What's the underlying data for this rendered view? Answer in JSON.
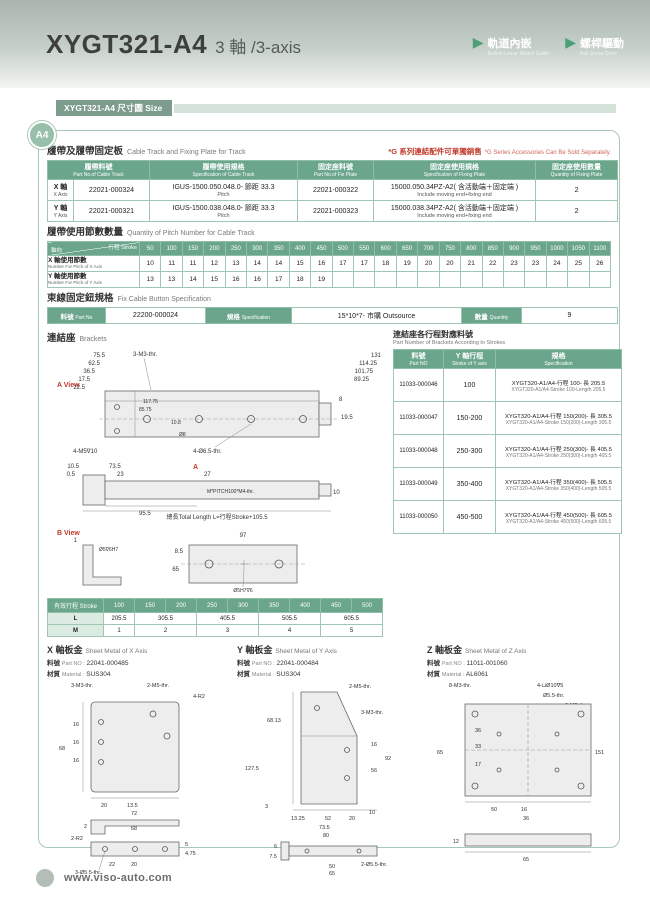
{
  "header": {
    "model": "XYGT321-A4",
    "axis": "3 軸 /3-axis",
    "features": [
      {
        "zh": "軌道內嵌",
        "en": "Built-in Linear Motion Guide"
      },
      {
        "zh": "螺桿驅動",
        "en": "Ball Screw Drive"
      }
    ]
  },
  "section_bar": {
    "label": "XYGT321-A4 尺寸圖 Size"
  },
  "badge": "A4",
  "cable_track": {
    "title_zh": "履帶及履帶固定板",
    "title_en": "Cable Track and Fixing Plate for Track",
    "note_zh": "*G 系列連結配件可單獨銷售",
    "note_en": "*G Series Accessories Can Be Sold Separately.",
    "headers": [
      {
        "zh": "履帶料號",
        "en": "Part No.of Cable Track"
      },
      {
        "zh": "履帶使用規格",
        "en": "Specification of Cable Track"
      },
      {
        "zh": "固定座料號",
        "en": "Part No.of Fix Plate"
      },
      {
        "zh": "固定座使用規格",
        "en": "Specification of Fixing Plate"
      },
      {
        "zh": "固定座使用數量",
        "en": "Quantity of Fixing Plate"
      }
    ],
    "rows": [
      {
        "axis_zh": "X 軸",
        "axis_en": "X Axis",
        "track_part": "22021-000324",
        "track_spec": "IGUS-1500.050.048.0- 節距 33.3",
        "track_spec2": "Pitch",
        "plate_part": "22021-000322",
        "plate_spec": "15000.050.34PZ-A2( 含活動端＋固定端 )",
        "plate_spec2": "Include moving end+fixing end",
        "qty": "2"
      },
      {
        "axis_zh": "Y 軸",
        "axis_en": "Y Axis",
        "track_part": "22021-000321",
        "track_spec": "IGUS-1500.038.048.0- 節距 33.3",
        "track_spec2": "Pitch",
        "plate_part": "22021-000323",
        "plate_spec": "15000.038.34PZ-A2( 含活動端＋固定端 )",
        "plate_spec2": "Include moving end+fixing end",
        "qty": "2"
      }
    ]
  },
  "pitch_table": {
    "title_zh": "履帶使用節數數量",
    "title_en": "Quantity of Pitch Number for Cable Track",
    "corner_top": "行程 Stroke",
    "corner_bottom": "軸向",
    "strokes": [
      "50",
      "100",
      "150",
      "200",
      "250",
      "300",
      "350",
      "400",
      "450",
      "500",
      "550",
      "600",
      "650",
      "700",
      "750",
      "800",
      "850",
      "900",
      "950",
      "1000",
      "1050",
      "1100"
    ],
    "x_label_zh": "X 軸使用節數",
    "x_label_en": "Number For Pitch of X Axis",
    "x_values": [
      "10",
      "11",
      "11",
      "12",
      "13",
      "14",
      "14",
      "15",
      "16",
      "17",
      "17",
      "18",
      "19",
      "20",
      "20",
      "21",
      "22",
      "23",
      "23",
      "24",
      "25",
      "26"
    ],
    "y_label_zh": "Y 軸使用節數",
    "y_label_en": "Number For Pitch of Y Axis",
    "y_values": [
      "13",
      "13",
      "14",
      "15",
      "16",
      "16",
      "17",
      "18",
      "19",
      "",
      "",
      "",
      "",
      "",
      "",
      "",
      "",
      "",
      "",
      "",
      "",
      ""
    ]
  },
  "fix_button": {
    "title_zh": "束線固定鈕規格",
    "title_en": "Fix Cable Button Specification",
    "part_label_zh": "料號",
    "part_label_en": "Part No",
    "part": "22200-000024",
    "spec_label_zh": "規格",
    "spec_label_en": "Specification",
    "spec": "15*10*7- 市購 Outsource",
    "qty_label_zh": "數量",
    "qty_label_en": "Quantity",
    "qty": "9"
  },
  "brackets": {
    "title_zh": "連結座",
    "title_en": "Brackets",
    "view_a": "A View",
    "view_b": "B View",
    "a_labels": [
      "75.5",
      "62.5",
      "36.5",
      "17.5",
      "22.5",
      "3-M3-thr.",
      "131",
      "114.25",
      "101.75",
      "89.25",
      "117.75",
      "85.75",
      "10.8",
      "Ø8",
      "4-M5∇10",
      "4-Ø6.5-thr.",
      "19.5",
      "8"
    ],
    "side_labels": [
      "10.5",
      "0.5",
      "73.5",
      "23",
      "A",
      "27",
      "95.5",
      "M*PITCH100*M4-thr.",
      "10",
      "總長Total Length L=行程Stroke+105.5"
    ],
    "b_labels": [
      "1",
      "Ø5∇6H7",
      "8.5",
      "65",
      "97",
      "Ø5H7∇6"
    ]
  },
  "eff_table": {
    "header": "有效行程 Stroke",
    "strokes": [
      "100",
      "150",
      "200",
      "250",
      "300",
      "350",
      "400",
      "450",
      "500"
    ],
    "row_l": "L",
    "l_values": [
      "205.5",
      "305.5",
      "405.5",
      "505.5",
      "605.5"
    ],
    "row_m": "M",
    "m_values": [
      "1",
      "2",
      "3",
      "4",
      "5"
    ]
  },
  "bracket_parts": {
    "title_zh": "連結座各行程對應料號",
    "title_en": "Part Number of Brackets According to Strokes",
    "headers": [
      {
        "zh": "料號",
        "en": "Part NO"
      },
      {
        "zh": "Y 軸行程",
        "en": "Stroke of Y axis"
      },
      {
        "zh": "規格",
        "en": "Specification"
      }
    ],
    "rows": [
      {
        "part": "11033-000046",
        "stroke": "100",
        "spec_zh": "XYGT320-A1/A4-行程 100- 長 205.5",
        "spec_en": "XYGT320-A1/A4-Stroke 100-Length 205.5"
      },
      {
        "part": "11033-000047",
        "stroke": "150-200",
        "spec_zh": "XYGT320-A1/A4-行程 150(200)- 長 305.5",
        "spec_en": "XYGT320-A1/A4-Stroke 150(200)-Length 305.5"
      },
      {
        "part": "11033-000048",
        "stroke": "250-300",
        "spec_zh": "XYGT320-A1/A4-行程 250(300)- 長 405.5",
        "spec_en": "XYGT320-A1/A4-Stroke 250(300)-Length 405.5"
      },
      {
        "part": "11033-000049",
        "stroke": "350-400",
        "spec_zh": "XYGT320-A1/A4-行程 350(400)- 長 505.5",
        "spec_en": "XYGT320-A1/A4-Stroke 350(400)-Length 505.5"
      },
      {
        "part": "11033-000050",
        "stroke": "450-500",
        "spec_zh": "XYGT320-A1/A4-行程 450(500)- 長 605.5",
        "spec_en": "XYGT320-A1/A4-Stroke 450(500)-Length 605.5"
      }
    ]
  },
  "sheet_x": {
    "title_zh": "X 軸板金",
    "title_en": "Sheet Metal of X Axis",
    "part_label_zh": "料號",
    "part_label_en": "Part NO :",
    "part": "22041-000485",
    "mat_label_zh": "材質",
    "mat_label_en": "Material :",
    "material": "SUS304",
    "labels": [
      "3-M3-thr.",
      "2-M5-thr.",
      "4-R2",
      "68",
      "16",
      "16",
      "16",
      "20",
      "13.5",
      "72",
      "2",
      "68",
      "2-R2",
      "22",
      "20",
      "5",
      "4.75",
      "3-Ø5.5-thr."
    ]
  },
  "sheet_y": {
    "title_zh": "Y 軸板金",
    "title_en": "Sheet Metal of Y Axis",
    "part_label_zh": "料號",
    "part_label_en": "Part NO :",
    "part": "22041-000484",
    "mat_label_zh": "材質",
    "mat_label_en": "Material :",
    "material": "SUS304",
    "labels": [
      "127.5",
      "68.13",
      "2-M5-thr.",
      "3-M3-thr.",
      "16",
      "56",
      "92",
      "13.25",
      "52",
      "20",
      "10",
      "73.5",
      "80",
      "3",
      "6",
      "7.5",
      "50",
      "2-Ø5.5-thr.",
      "65"
    ]
  },
  "sheet_z": {
    "title_zh": "Z 軸板金",
    "title_en": "Sheet Metal of Z Axis",
    "part_label_zh": "料號",
    "part_label_en": "Part NO :",
    "part": "11011-001060",
    "mat_label_zh": "材質",
    "mat_label_en": "Material :",
    "material": "AL6061",
    "labels": [
      "8-M3-thr.",
      "4-⊔Ø10∇5",
      "Ø5.5-thr.",
      "2-M5-thr.",
      "65",
      "36",
      "33",
      "17",
      "50",
      "16",
      "36",
      "151",
      "12",
      "65"
    ]
  },
  "footer": {
    "url": "www.viso-auto.com"
  }
}
